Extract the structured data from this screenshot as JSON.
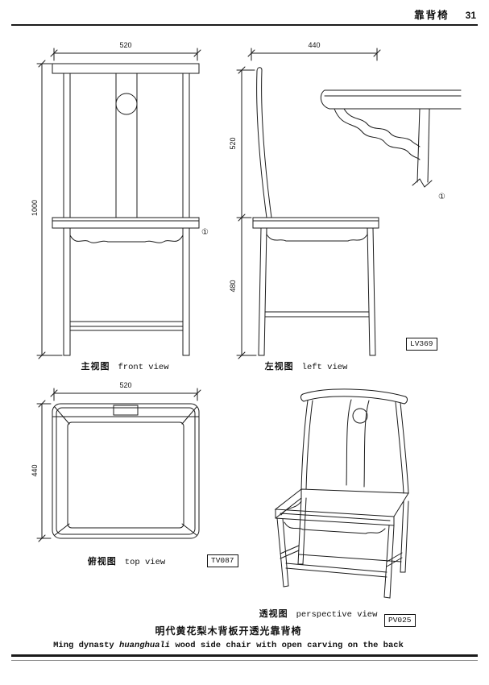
{
  "header": {
    "title": "靠背椅",
    "page_number": "31"
  },
  "front_view": {
    "label_zh": "主视图",
    "label_en": "front view",
    "dim_width": "520",
    "dim_height": "1000",
    "marker": "①"
  },
  "left_view": {
    "label_zh": "左视图",
    "label_en": "left view",
    "dim_depth": "440",
    "dim_back_height": "520",
    "dim_seat_height": "480",
    "code": "LV369",
    "marker": "①"
  },
  "top_view": {
    "label_zh": "俯视图",
    "label_en": "top view",
    "dim_width": "520",
    "dim_depth": "440",
    "code": "TV087"
  },
  "perspective_view": {
    "label_zh": "透视图",
    "label_en": "perspective view",
    "code": "PV025"
  },
  "caption": {
    "zh": "明代黄花梨木背板开透光靠背椅",
    "en_prefix": "Ming dynasty ",
    "en_italic": "huanghuali",
    "en_suffix": " wood side chair with open carving on the back"
  }
}
